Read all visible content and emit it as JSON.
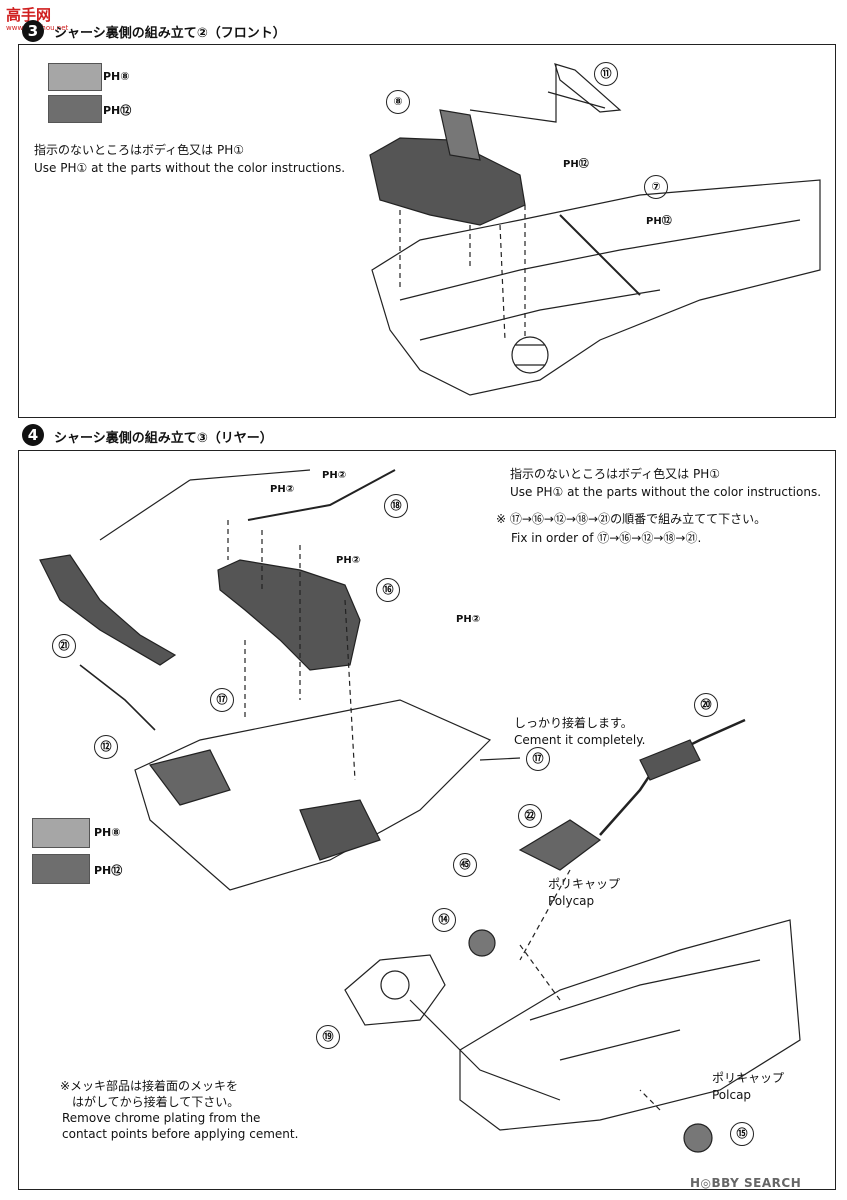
{
  "watermark": {
    "logo": "高手网",
    "site": "www.gaoshou.net"
  },
  "step3": {
    "number": "3",
    "title": "シャーシ裏側の組み立て②（フロント）",
    "swatch1_label": "PH⑧",
    "swatch2_label": "PH⑫",
    "note_jp": "指示のないところはボディ色又は PH①",
    "note_en": "Use PH① at the parts without the color instructions.",
    "callouts": [
      "⑧",
      "⑪",
      "⑦"
    ],
    "part_labels": [
      "PH⑫",
      "PH⑫"
    ]
  },
  "step4": {
    "number": "4",
    "title": "シャーシ裏側の組み立て③（リヤー）",
    "note_jp": "指示のないところはボディ色又は PH①",
    "note_en": "Use PH① at the parts without the color instructions.",
    "order_jp": "※ ⑰→⑯→⑫→⑱→㉑の順番で組み立てて下さい。",
    "order_en": "Fix in order of ⑰→⑯→⑫→⑱→㉑.",
    "cement_jp": "しっかり接着します。",
    "cement_en": "Cement it completely.",
    "polycap1_jp": "ポリキャップ",
    "polycap1_en": "Polycap",
    "polycap2_jp": "ポリキャップ",
    "polycap2_en": "Polcap",
    "chrome_jp1": "※メッキ部品は接着面のメッキを",
    "chrome_jp2": "はがしてから接着して下さい。",
    "chrome_en1": "Remove chrome plating from the",
    "chrome_en2": "contact points before applying cement.",
    "swatch1_label": "PH⑧",
    "swatch2_label": "PH⑫",
    "callouts": [
      "⑱",
      "⑯",
      "㉑",
      "⑰",
      "⑫",
      "⑰",
      "⑳",
      "㉒",
      "㊺",
      "⑭",
      "⑲",
      "⑮"
    ],
    "part_labels": [
      "PH②",
      "PH②",
      "PH②",
      "PH②"
    ]
  },
  "footer": {
    "brand": "H◎BBY SEARCH"
  },
  "colors": {
    "swatch_light": "#a6a6a6",
    "swatch_dark": "#6e6e6e"
  }
}
